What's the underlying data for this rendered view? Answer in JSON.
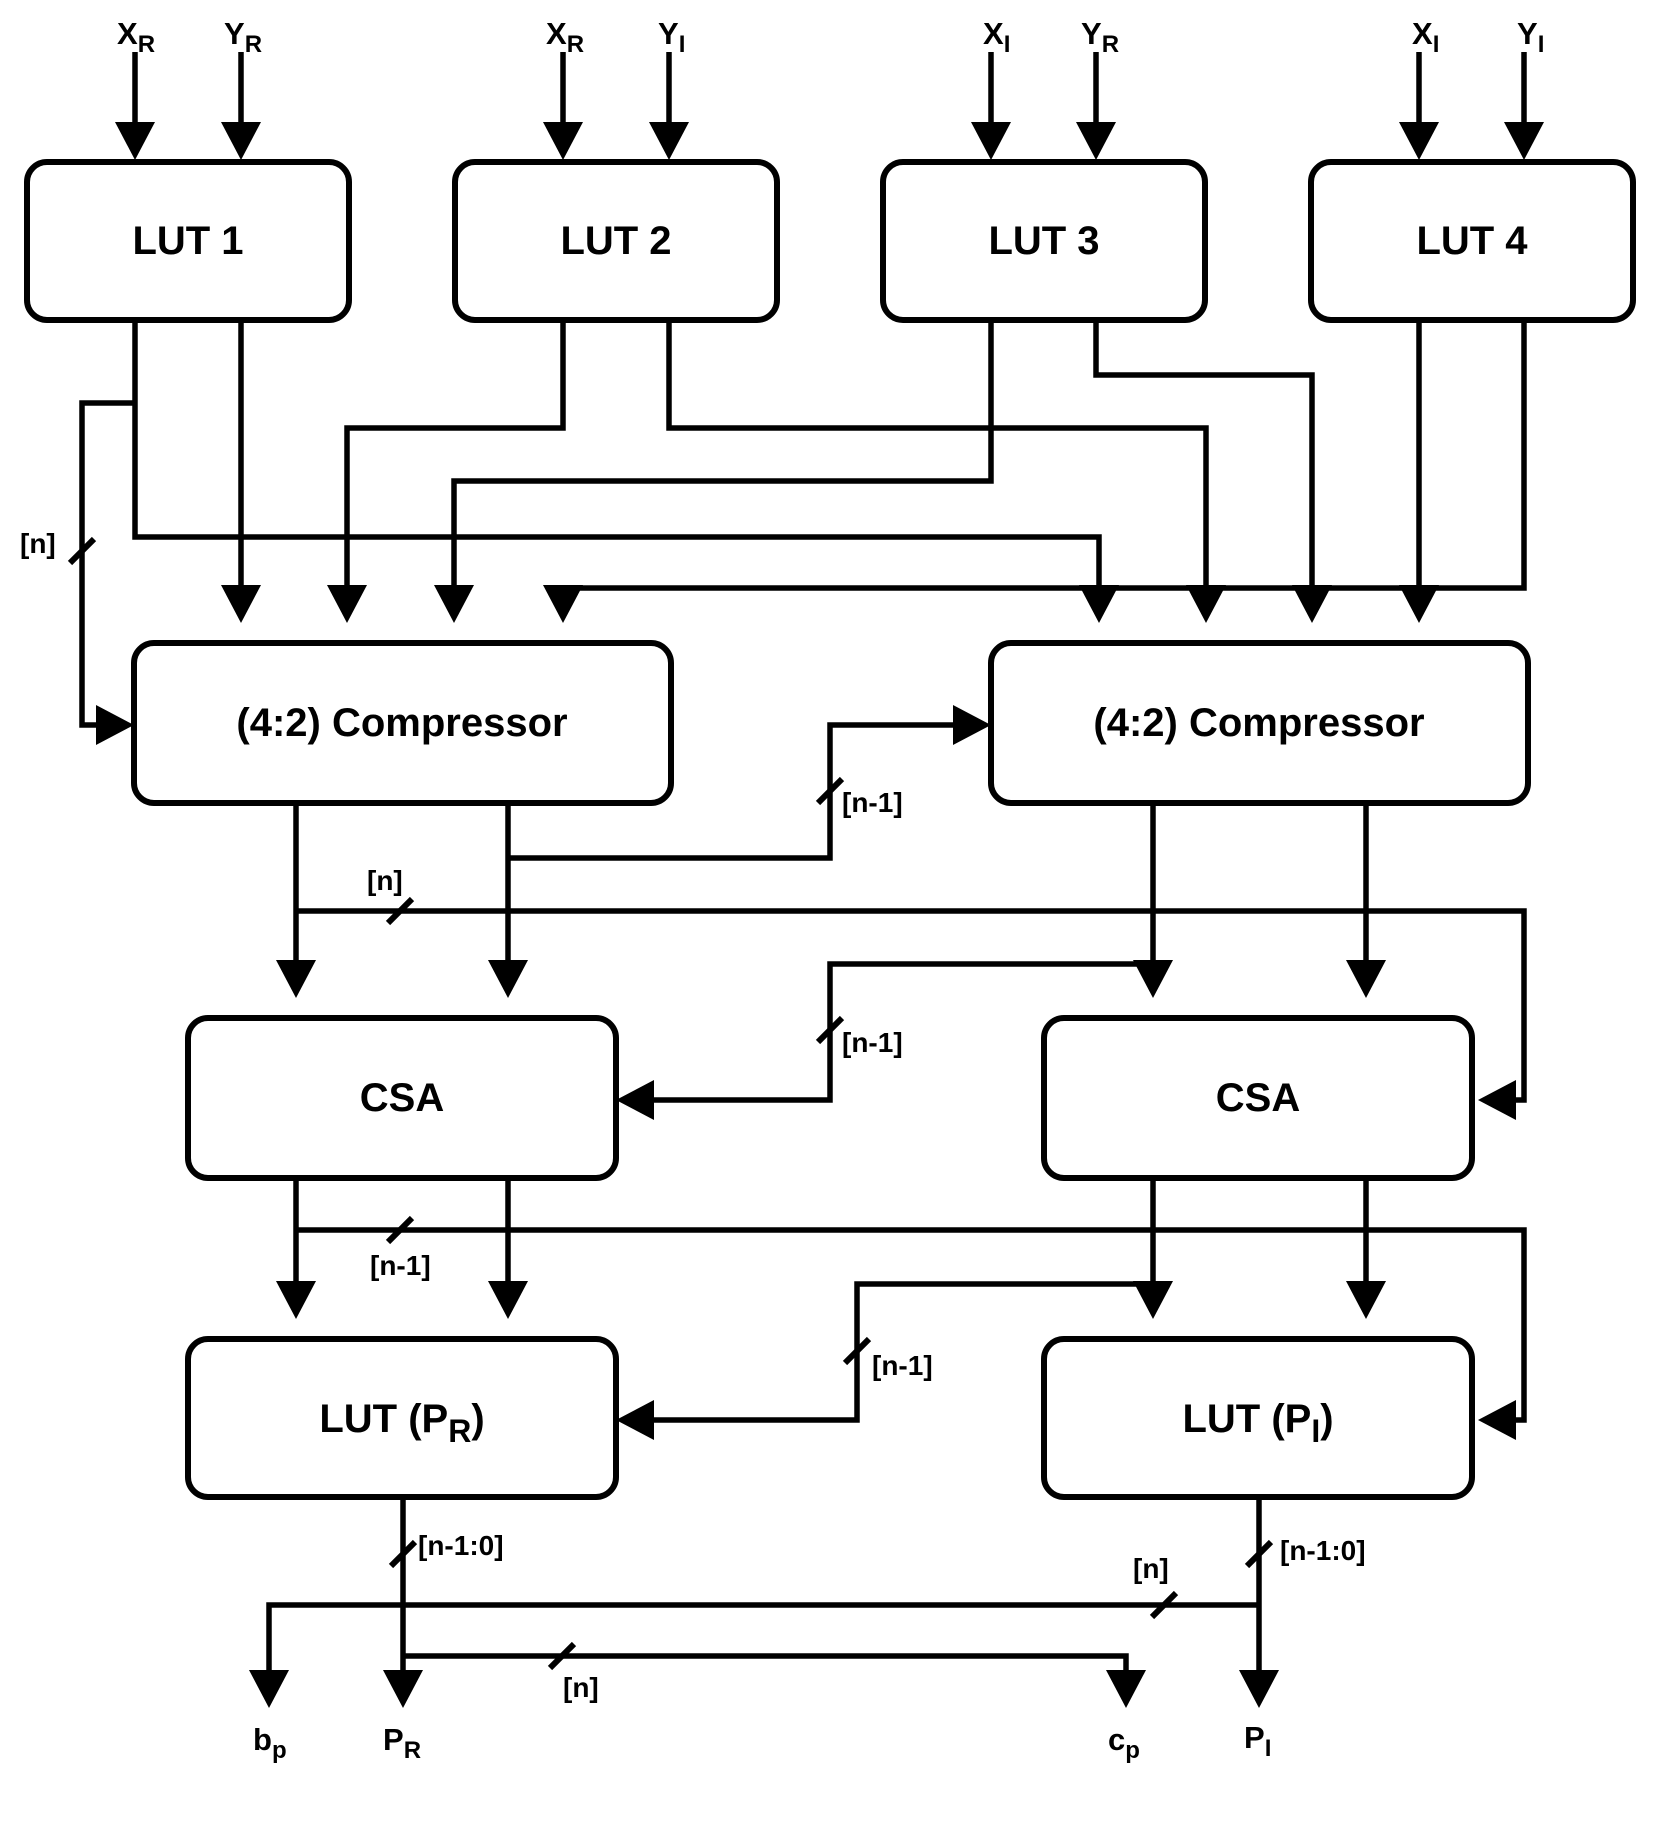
{
  "inputs": {
    "lut1": [
      {
        "main": "X",
        "sub": "R"
      },
      {
        "main": "Y",
        "sub": "R"
      }
    ],
    "lut2": [
      {
        "main": "X",
        "sub": "R"
      },
      {
        "main": "Y",
        "sub": "I"
      }
    ],
    "lut3": [
      {
        "main": "X",
        "sub": "I"
      },
      {
        "main": "Y",
        "sub": "R"
      }
    ],
    "lut4": [
      {
        "main": "X",
        "sub": "I"
      },
      {
        "main": "Y",
        "sub": "I"
      }
    ]
  },
  "blocks": {
    "lut1": "LUT 1",
    "lut2": "LUT 2",
    "lut3": "LUT 3",
    "lut4": "LUT 4",
    "comp_left": "(4:2) Compressor",
    "comp_right": "(4:2) Compressor",
    "csa_left": "CSA",
    "csa_right": "CSA",
    "lut_pr": {
      "main": "LUT (P",
      "sub": "R",
      "end": ")"
    },
    "lut_pi": {
      "main": "LUT (P",
      "sub": "I",
      "end": ")"
    }
  },
  "bus_labels": {
    "lut1_to_comp": "[n]",
    "comp_carry": "[n-1]",
    "comp_cross": "[n]",
    "csa_carry": "[n-1]",
    "csa_cross": "[n-1]",
    "lut_carry": "[n-1]",
    "pr_out": "[n-1:0]",
    "pi_out": "[n-1:0]",
    "bp_bus": "[n]",
    "cp_bus": "[n]"
  },
  "outputs": {
    "bp": {
      "main": "b",
      "sub": "p"
    },
    "pr": {
      "main": "P",
      "sub": "R"
    },
    "cp": {
      "main": "c",
      "sub": "p"
    },
    "pi": {
      "main": "P",
      "sub": "I"
    }
  }
}
